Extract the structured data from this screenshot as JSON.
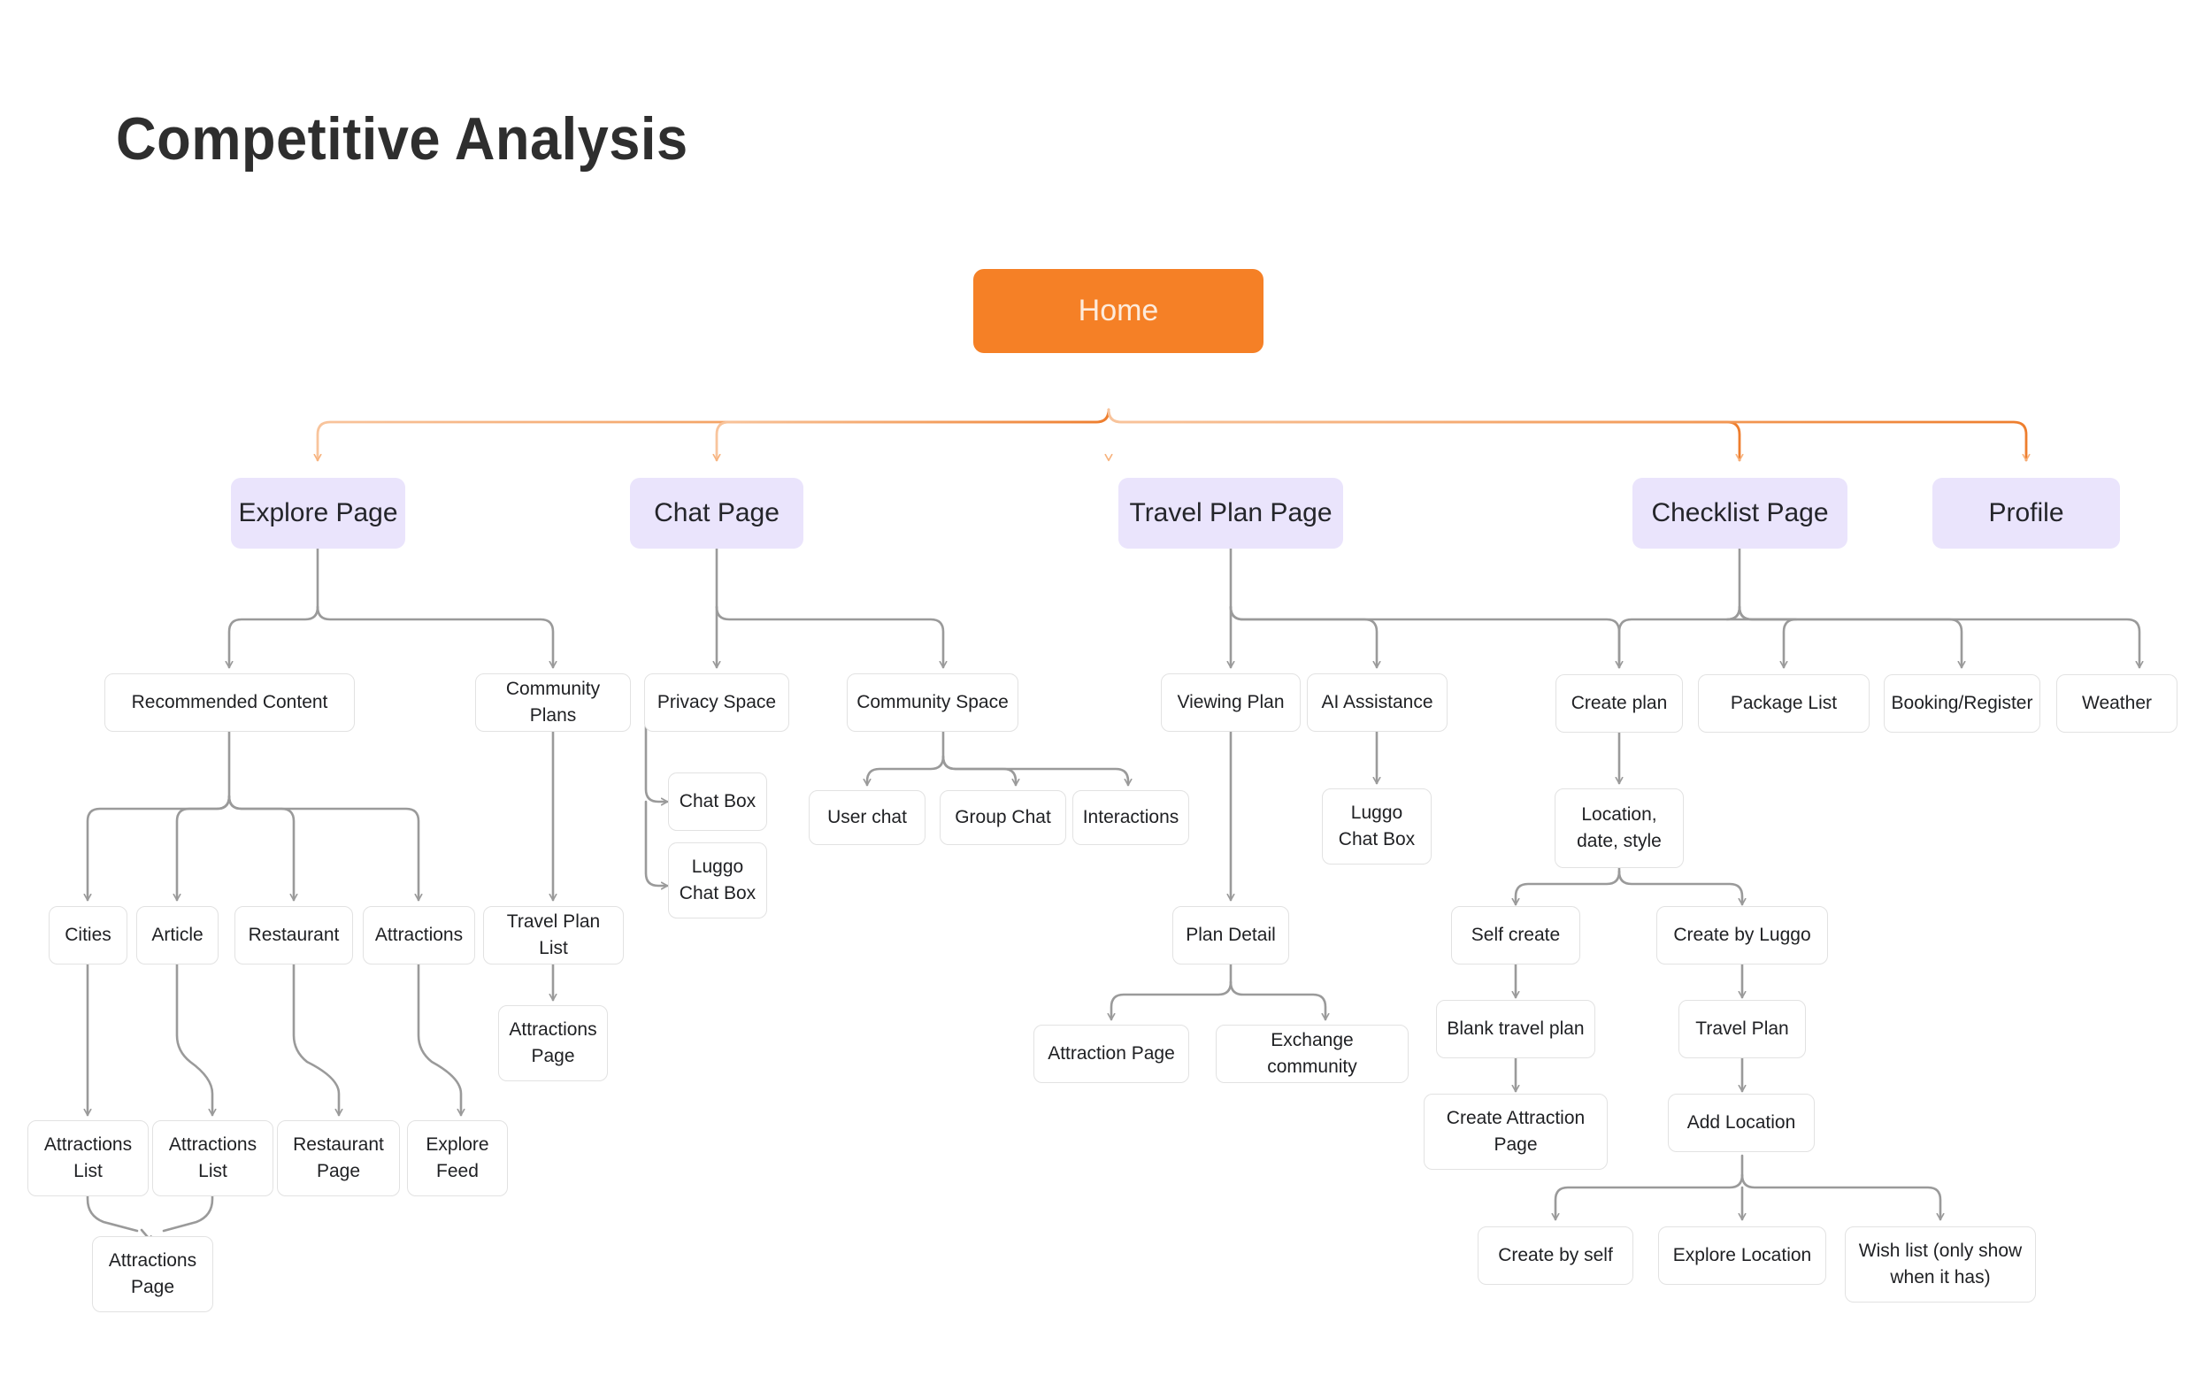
{
  "page": {
    "title": "Competitive Analysis",
    "background": "#FFFFFF"
  },
  "colors": {
    "root_fill": "#F58026",
    "root_text": "#FDEBDC",
    "section_fill": "#EAE4FC",
    "section_text": "#24252A",
    "leaf_fill": "#FFFFFF",
    "leaf_border": "#E2E2E2",
    "leaf_text": "#1F2023",
    "edge_primary": "#F29B55",
    "edge_secondary": "#9A9A9A",
    "title_text": "#2E2E2E"
  },
  "diagram": {
    "type": "sitemap-flowchart",
    "root": {
      "id": "home",
      "label": "Home"
    },
    "sections": [
      {
        "id": "explore-page",
        "label": "Explore Page"
      },
      {
        "id": "chat-page",
        "label": "Chat Page"
      },
      {
        "id": "travel-plan-page",
        "label": "Travel Plan Page"
      },
      {
        "id": "checklist-page",
        "label": "Checklist Page"
      },
      {
        "id": "profile",
        "label": "Profile"
      }
    ],
    "nodes": [
      {
        "id": "recommended-content",
        "label": "Recommended Content"
      },
      {
        "id": "community-plans",
        "label": "Community Plans"
      },
      {
        "id": "privacy-space",
        "label": "Privacy Space"
      },
      {
        "id": "community-space",
        "label": "Community Space"
      },
      {
        "id": "viewing-plan",
        "label": "Viewing Plan"
      },
      {
        "id": "ai-assistance",
        "label": "AI Assistance"
      },
      {
        "id": "create-plan",
        "label": "Create plan"
      },
      {
        "id": "package-list",
        "label": "Package List"
      },
      {
        "id": "booking-register",
        "label": "Booking/Register"
      },
      {
        "id": "weather",
        "label": "Weather"
      },
      {
        "id": "chat-box",
        "label": "Chat Box"
      },
      {
        "id": "luggo-chat-box-chat",
        "label_line1": "Luggo",
        "label_line2": "Chat Box"
      },
      {
        "id": "user-chat",
        "label": "User chat"
      },
      {
        "id": "group-chat",
        "label": "Group Chat"
      },
      {
        "id": "interactions",
        "label": "Interactions"
      },
      {
        "id": "luggo-chat-box-ai",
        "label_line1": "Luggo",
        "label_line2": "Chat Box"
      },
      {
        "id": "location-date-style",
        "label_line1": "Location,",
        "label_line2": "date, style"
      },
      {
        "id": "cities",
        "label": "Cities"
      },
      {
        "id": "article",
        "label": "Article"
      },
      {
        "id": "restaurant",
        "label": "Restaurant"
      },
      {
        "id": "attractions",
        "label": "Attractions"
      },
      {
        "id": "travel-plan-list",
        "label": "Travel Plan List"
      },
      {
        "id": "plan-detail",
        "label": "Plan Detail"
      },
      {
        "id": "self-create",
        "label": "Self create"
      },
      {
        "id": "create-by-luggo",
        "label": "Create by Luggo"
      },
      {
        "id": "attractions-page-tpl",
        "label_line1": "Attractions",
        "label_line2": "Page"
      },
      {
        "id": "attraction-page",
        "label": "Attraction Page"
      },
      {
        "id": "exchange-community",
        "label": "Exchange community"
      },
      {
        "id": "blank-travel-plan",
        "label": "Blank travel plan"
      },
      {
        "id": "travel-plan",
        "label": "Travel Plan"
      },
      {
        "id": "attractions-list-1",
        "label_line1": "Attractions",
        "label_line2": "List"
      },
      {
        "id": "attractions-list-2",
        "label_line1": "Attractions",
        "label_line2": "List"
      },
      {
        "id": "restaurant-page",
        "label_line1": "Restaurant",
        "label_line2": "Page"
      },
      {
        "id": "explore-feed",
        "label_line1": "Explore",
        "label_line2": "Feed"
      },
      {
        "id": "create-attraction-page",
        "label_line1": "Create Attraction",
        "label_line2": "Page"
      },
      {
        "id": "add-location",
        "label": "Add Location"
      },
      {
        "id": "attractions-page-final",
        "label_line1": "Attractions",
        "label_line2": "Page"
      },
      {
        "id": "create-by-self",
        "label": "Create by self"
      },
      {
        "id": "explore-location",
        "label": "Explore Location"
      },
      {
        "id": "wish-list",
        "label_line1": "Wish list (only show",
        "label_line2": "when it has)"
      }
    ]
  }
}
